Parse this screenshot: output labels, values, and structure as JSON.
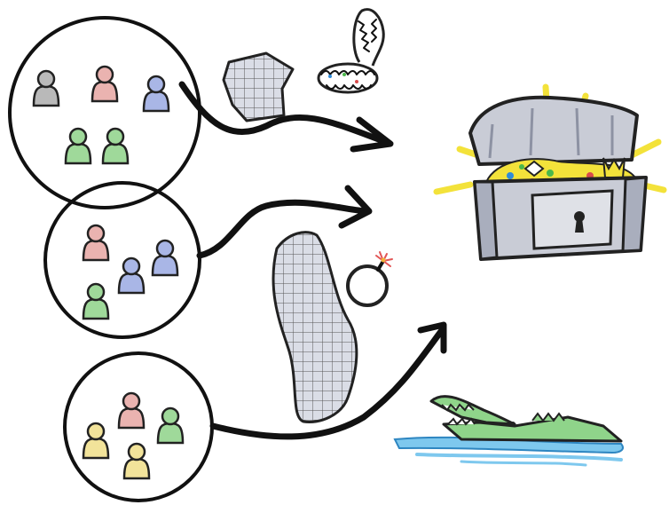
{
  "scene": {
    "background": "#ffffff",
    "ink": "#111111"
  },
  "teams": [
    {
      "name": "team-top",
      "members": [
        {
          "color": "#b9b9b9"
        },
        {
          "color": "#eab3b0"
        },
        {
          "color": "#a9b6e6"
        },
        {
          "color": "#9fd99a"
        },
        {
          "color": "#9fd99a"
        }
      ]
    },
    {
      "name": "team-middle",
      "members": [
        {
          "color": "#eab3b0"
        },
        {
          "color": "#a9b6e6"
        },
        {
          "color": "#a9b6e6"
        },
        {
          "color": "#9fd99a"
        }
      ]
    },
    {
      "name": "team-bottom",
      "members": [
        {
          "color": "#eab3b0"
        },
        {
          "color": "#9fd99a"
        },
        {
          "color": "#f2e39a"
        },
        {
          "color": "#f2e39a"
        }
      ]
    }
  ],
  "obstacles": [
    {
      "name": "map-fragment-icon"
    },
    {
      "name": "bear-trap-icon"
    },
    {
      "name": "long-map-icon"
    },
    {
      "name": "bomb-icon"
    },
    {
      "name": "crocodile-icon"
    }
  ],
  "goal": {
    "name": "treasure-chest-icon",
    "chest_color": "#c9ccd6",
    "glow_color": "#f3e23a"
  },
  "water_color": "#7ec8ee"
}
